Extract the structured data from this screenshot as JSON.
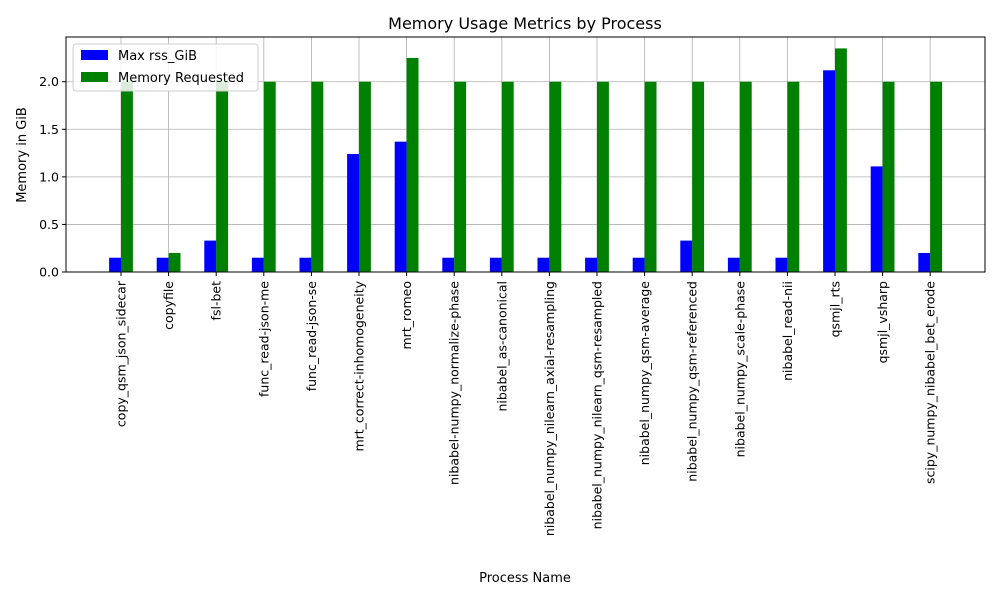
{
  "chart_data": {
    "type": "bar",
    "title": "Memory Usage Metrics by Process",
    "xlabel": "Process Name",
    "ylabel": "Memory in GiB",
    "ylim": [
      0,
      2.47
    ],
    "yticks": [
      "0.0",
      "0.5",
      "1.0",
      "1.5",
      "2.0"
    ],
    "ytick_values": [
      0,
      0.5,
      1.0,
      1.5,
      2.0
    ],
    "grid": true,
    "legend_position": "top-left",
    "categories": [
      "copy_qsm_json_sidecar",
      "copyfile",
      "fsl-bet",
      "func_read-json-me",
      "func_read-json-se",
      "mrt_correct-inhomogeneity",
      "mrt_romeo",
      "nibabel-numpy_normalize-phase",
      "nibabel_as-canonical",
      "nibabel_numpy_nilearn_axial-resampling",
      "nibabel_numpy_nilearn_qsm-resampled",
      "nibabel_numpy_qsm-average",
      "nibabel_numpy_qsm-referenced",
      "nibabel_numpy_scale-phase",
      "nibabel_read-nii",
      "qsmjl_rts",
      "qsmjl_vsharp",
      "scipy_numpy_nibabel_bet_erode"
    ],
    "series": [
      {
        "name": "Max rss_GiB",
        "color": "#0000ff",
        "values": [
          0.15,
          0.15,
          0.33,
          0.15,
          0.15,
          1.24,
          1.37,
          0.15,
          0.15,
          0.15,
          0.15,
          0.15,
          0.33,
          0.15,
          0.15,
          2.12,
          1.11,
          0.2
        ]
      },
      {
        "name": "Memory Requested",
        "color": "#008000",
        "values": [
          2.0,
          0.2,
          2.0,
          2.0,
          2.0,
          2.0,
          2.25,
          2.0,
          2.0,
          2.0,
          2.0,
          2.0,
          2.0,
          2.0,
          2.0,
          2.35,
          2.0,
          2.0
        ]
      }
    ]
  }
}
